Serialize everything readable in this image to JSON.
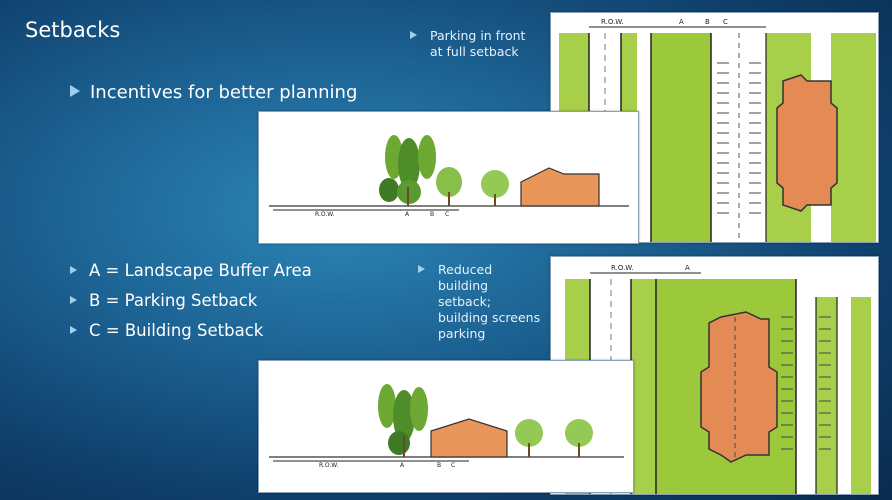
{
  "slide": {
    "title": "Setbacks",
    "main_bullet": "Incentives for better planning",
    "definitions": [
      "A = Landscape Buffer Area",
      "B = Parking Setback",
      "C = Building Setback"
    ],
    "note_top": [
      "Parking in front",
      "at full setback"
    ],
    "note_bottom": [
      "Reduced",
      "building",
      "setback;",
      "building screens",
      "parking"
    ]
  },
  "diagram_labels": {
    "row": "R.O.W.",
    "a": "A",
    "b": "B",
    "c": "C"
  }
}
